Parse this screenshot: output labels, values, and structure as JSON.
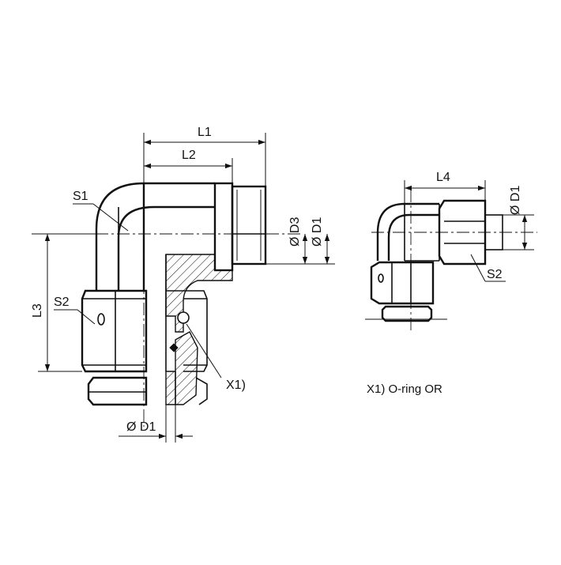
{
  "drawing": {
    "main_view": {
      "dims": {
        "L1": "L1",
        "L2": "L2",
        "L3": "L3",
        "D3": "Ø D3",
        "D1_right": "Ø D1",
        "D1_bottom": "Ø D1"
      },
      "callouts": {
        "S1": "S1",
        "S2": "S2",
        "X1": "X1)"
      }
    },
    "side_view": {
      "dims": {
        "L4": "L4",
        "D1": "Ø D1"
      },
      "callouts": {
        "S2": "S2"
      }
    },
    "note": "X1) O-ring OR"
  }
}
